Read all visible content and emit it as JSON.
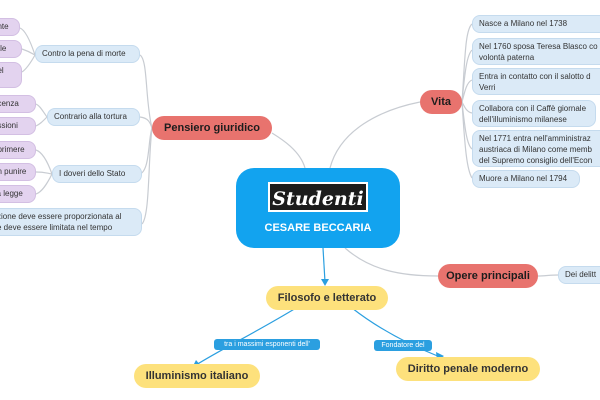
{
  "center": {
    "logo": "Studenti",
    "title": "CESARE BECCARIA"
  },
  "main_topics": {
    "pensiero": "Pensiero giuridico",
    "vita": "Vita",
    "opere": "Opere principali",
    "filosofo": "Filosofo e letterato"
  },
  "pensiero": {
    "pena_di_morte": {
      "label": "Contro la pena di morte",
      "leaves": [
        "ente",
        "rale",
        "del"
      ]
    },
    "tortura": {
      "label": "Contrario alla tortura",
      "leaves": [
        "ocenza",
        "essioni"
      ]
    },
    "doveri": {
      "label": "I doveri dello Stato",
      "leaves": [
        "eprimere",
        "on punire",
        "lla legge"
      ]
    },
    "proporzione": [
      "zione deve essere proporzionata al",
      "e deve essere limitata nel tempo"
    ]
  },
  "vita": [
    [
      "Nasce a Milano nel 1738"
    ],
    [
      "Nel 1760 sposa Teresa Blasco co",
      "volontà paterna"
    ],
    [
      "Entra in contatto con il salotto d",
      "Verri"
    ],
    [
      "Collabora con il Caffè giornale",
      "dell'illuminismo milanese"
    ],
    [
      "Nel 1771 entra nell'amministraz",
      "austriaca di Milano come memb",
      "del Supremo consiglio dell'Econ"
    ],
    [
      "Muore a Milano nel 1794"
    ]
  ],
  "opere": {
    "leaf": "Dei delitt"
  },
  "filosofo": {
    "links": {
      "illuminismo": "tra i massimi esponenti dell'",
      "diritto": "Fondatore del"
    },
    "illuminismo": "Illuminismo italiano",
    "diritto": "Diritto penale moderno"
  },
  "colors": {
    "center": "#12a3ef",
    "main_topic": "#e8736e",
    "sub_topic": "#fde17c",
    "leaf": "#dbeaf7",
    "leaf_alt": "#e3d3ef",
    "link_tag": "#2b9fe0"
  }
}
